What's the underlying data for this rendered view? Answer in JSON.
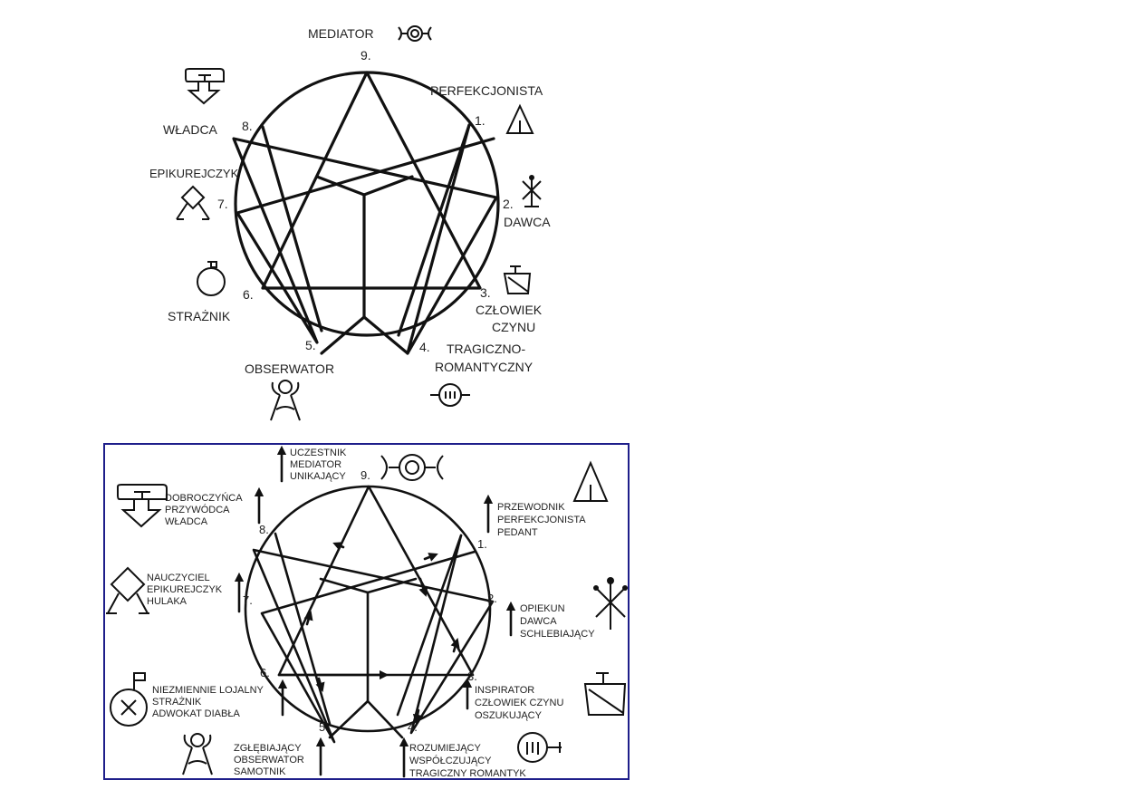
{
  "top": {
    "types": [
      {
        "num": "9.",
        "name": "MEDIATOR"
      },
      {
        "num": "1.",
        "name": "PERFEKCJONISTA"
      },
      {
        "num": "2.",
        "name": "DAWCA"
      },
      {
        "num": "3.",
        "name_line1": "CZŁOWIEK",
        "name_line2": "CZYNU"
      },
      {
        "num": "4.",
        "name_line1": "TRAGICZNO-",
        "name_line2": "ROMANTYCZNY"
      },
      {
        "num": "5.",
        "name": "OBSERWATOR"
      },
      {
        "num": "6.",
        "name": "STRAŻNIK"
      },
      {
        "num": "7.",
        "name": "EPIKUREJCZYK"
      },
      {
        "num": "8.",
        "name": "WŁADCA"
      }
    ]
  },
  "bottom": {
    "types": [
      {
        "num": "9.",
        "lines": [
          "UCZESTNIK",
          "MEDIATOR",
          "UNIKAJĄCY"
        ]
      },
      {
        "num": "1.",
        "lines": [
          "PRZEWODNIK",
          "PERFEKCJONISTA",
          "PEDANT"
        ]
      },
      {
        "num": "2.",
        "lines": [
          "OPIEKUN",
          "DAWCA",
          "SCHLEBIAJĄCY"
        ]
      },
      {
        "num": "3.",
        "lines": [
          "INSPIRATOR",
          "CZŁOWIEK CZYNU",
          "OSZUKUJĄCY"
        ]
      },
      {
        "num": "4.",
        "lines": [
          "ROZUMIEJĄCY",
          "WSPÓŁCZUJĄCY",
          "TRAGICZNY ROMANTYK"
        ]
      },
      {
        "num": "5.",
        "lines": [
          "ZGŁĘBIAJĄCY",
          "OBSERWATOR",
          "SAMOTNIK"
        ]
      },
      {
        "num": "6.",
        "lines": [
          "NIEZMIENNIE LOJALNY",
          "STRAŻNIK",
          "ADWOKAT DIABŁA"
        ]
      },
      {
        "num": "7.",
        "lines": [
          "NAUCZYCIEL",
          "EPIKUREJCZYK",
          "HULAKA"
        ]
      },
      {
        "num": "8.",
        "lines": [
          "DOBROCZYŃCA",
          "PRZYWÓDCA",
          "WŁADCA"
        ]
      }
    ]
  }
}
